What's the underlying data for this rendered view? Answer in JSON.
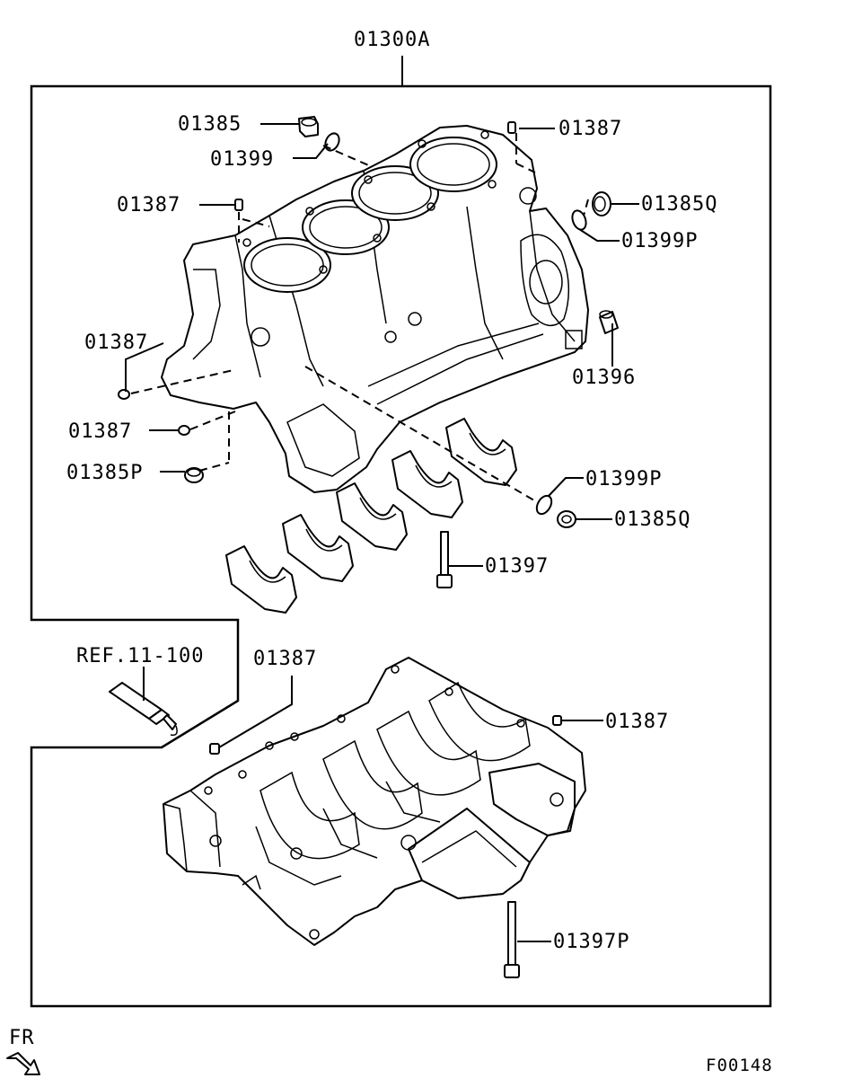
{
  "diagram": {
    "assembly_label": "01300A",
    "figure_id": "F00148",
    "orientation_label": "FR",
    "reference_label": "REF.11-100",
    "callouts": [
      "01385",
      "01399",
      "01387",
      "01387",
      "01385Q",
      "01399P",
      "01387",
      "01396",
      "01387",
      "01385P",
      "01399P",
      "01385Q",
      "01397",
      "01387",
      "01387",
      "01397P"
    ]
  }
}
